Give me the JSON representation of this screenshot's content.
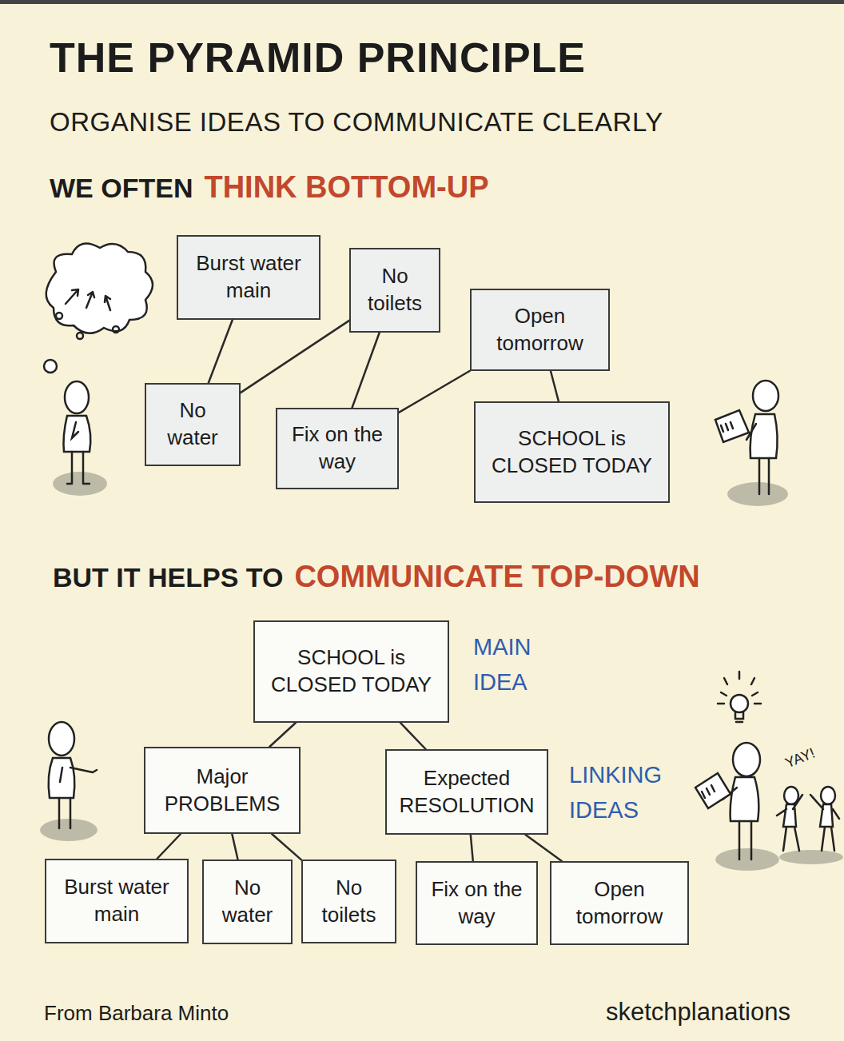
{
  "diagram": {
    "title": "THE PYRAMID PRINCIPLE",
    "nodes": [
      {
        "text": [
          "Burst water main"
        ]
      },
      {
        "text": [
          "No toilets"
        ]
      },
      {
        "text": [
          "Open tomorrow"
        ]
      },
      {
        "text": [
          "No water"
        ]
      },
      {
        "text": [
          "Fix on the way"
        ]
      },
      {
        "text": [
          "SCHOOL is CLOSED TODAY"
        ]
      },
      {
        "text": [
          "SCHOOL is CLOSED TODAY"
        ]
      },
      {
        "text": [
          "Major PROBLEMS"
        ]
      },
      {
        "text": [
          "Expected RESOLUTION"
        ]
      },
      {
        "text": [
          "Burst water main"
        ]
      },
      {
        "text": [
          "No water"
        ]
      },
      {
        "text": [
          "No toilets"
        ]
      },
      {
        "text": [
          "Fix on the way"
        ]
      },
      {
        "text": [
          "Open tomorrow"
        ]
      }
    ],
    "edges": [
      {
        "from": 0,
        "to": 3,
        "arrow": "none"
      },
      {
        "from": 3,
        "to": 1,
        "arrow": "none"
      },
      {
        "from": 1,
        "to": 4,
        "arrow": "none"
      },
      {
        "from": 4,
        "to": 2,
        "arrow": "none"
      },
      {
        "from": 2,
        "to": 5,
        "arrow": "none"
      },
      {
        "from": 6,
        "to": 7,
        "arrow": "none"
      },
      {
        "from": 6,
        "to": 8,
        "arrow": "none"
      },
      {
        "from": 7,
        "to": 9,
        "arrow": "none"
      },
      {
        "from": 7,
        "to": 10,
        "arrow": "none"
      },
      {
        "from": 7,
        "to": 11,
        "arrow": "none"
      },
      {
        "from": 8,
        "to": 12,
        "arrow": "none"
      },
      {
        "from": 8,
        "to": 13,
        "arrow": "none"
      }
    ],
    "labels": [
      "ORGANISE IDEAS TO COMMUNICATE CLEARLY",
      "WE OFTEN",
      "THINK BOTTOM-UP",
      "BUT IT HELPS TO",
      "COMMUNICATE TOP-DOWN",
      "MAIN IDEA",
      "LINKING IDEAS",
      "YAY!",
      "From Barbara Minto",
      "sketchplanations"
    ]
  }
}
